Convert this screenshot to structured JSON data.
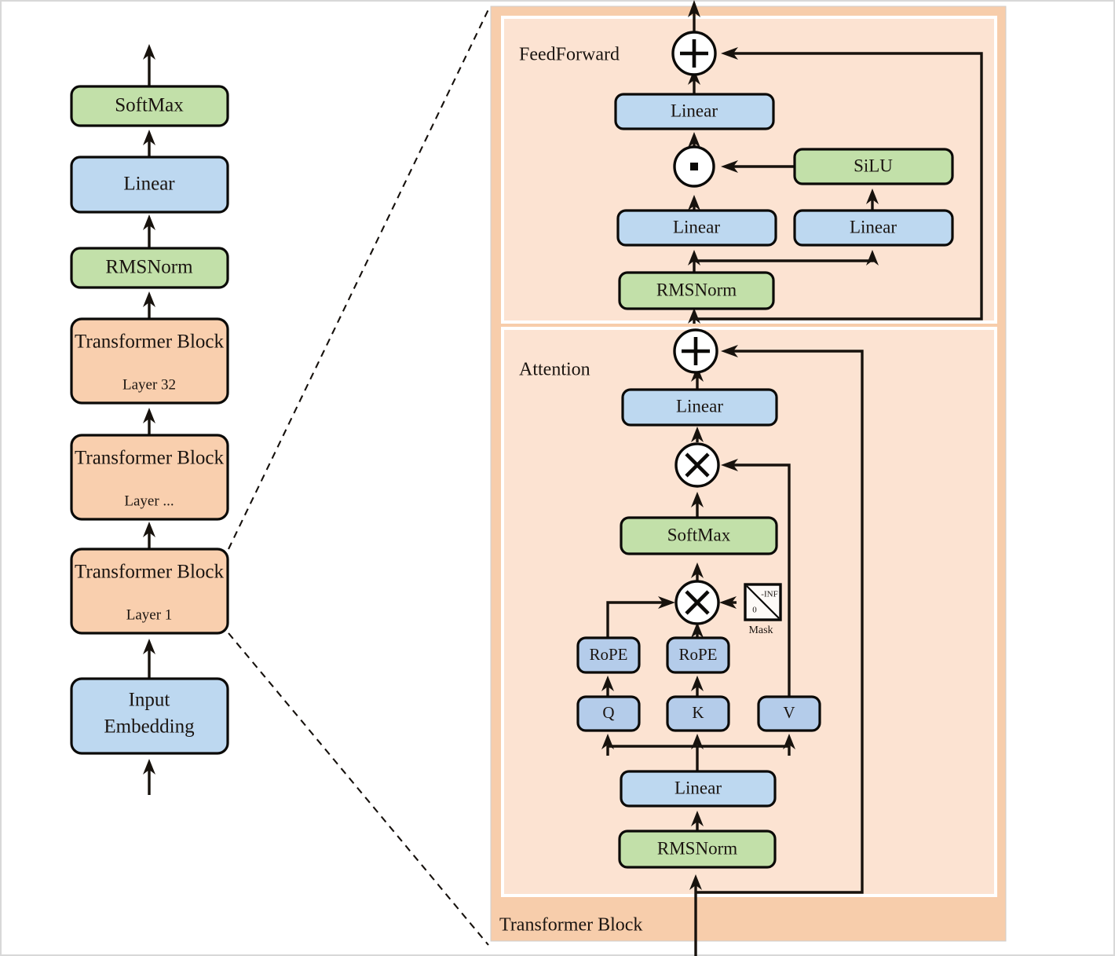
{
  "figure": {
    "type": "architecture-diagram",
    "title": "Transformer (LLaMA-style) architecture overview with expanded Transformer Block"
  },
  "stack": {
    "name": "model-stack",
    "nodes": [
      {
        "id": "softmax",
        "label": "SoftMax",
        "sublabel": "",
        "color": "green"
      },
      {
        "id": "linear-out",
        "label": "Linear",
        "sublabel": "",
        "color": "blue"
      },
      {
        "id": "rmsnorm-out",
        "label": "RMSNorm",
        "sublabel": "",
        "color": "green"
      },
      {
        "id": "block-32",
        "label": "Transformer Block",
        "sublabel": "Layer 32",
        "color": "peach"
      },
      {
        "id": "block-dots",
        "label": "Transformer Block",
        "sublabel": "Layer ...",
        "color": "peach"
      },
      {
        "id": "block-1",
        "label": "Transformer Block",
        "sublabel": "Layer 1",
        "color": "peach"
      },
      {
        "id": "embedding",
        "label": "Input Embedding",
        "sublabel": "",
        "color": "blue"
      }
    ]
  },
  "detail_panel": {
    "caption": "Transformer Block",
    "sections": [
      {
        "id": "feedforward",
        "label": "FeedForward"
      },
      {
        "id": "attention",
        "label": "Attention"
      }
    ]
  },
  "feedforward": {
    "label": "FeedForward",
    "nodes": [
      {
        "id": "ff-add",
        "label": "+",
        "kind": "op-add",
        "color": "white"
      },
      {
        "id": "ff-linear3",
        "label": "Linear",
        "kind": "box",
        "color": "blue"
      },
      {
        "id": "ff-mul",
        "label": "·",
        "kind": "op-hadamard",
        "color": "white"
      },
      {
        "id": "ff-silu",
        "label": "SiLU",
        "kind": "box",
        "color": "green"
      },
      {
        "id": "ff-linear1",
        "label": "Linear",
        "kind": "box",
        "color": "blue"
      },
      {
        "id": "ff-linear2",
        "label": "Linear",
        "kind": "box",
        "color": "blue"
      },
      {
        "id": "ff-rmsnorm",
        "label": "RMSNorm",
        "kind": "box",
        "color": "green"
      }
    ]
  },
  "attention": {
    "label": "Attention",
    "nodes": [
      {
        "id": "attn-add",
        "label": "+",
        "kind": "op-add",
        "color": "white"
      },
      {
        "id": "attn-linear2",
        "label": "Linear",
        "kind": "box",
        "color": "blue"
      },
      {
        "id": "attn-mul2",
        "label": "×",
        "kind": "op-mul",
        "color": "white"
      },
      {
        "id": "attn-softmax",
        "label": "SoftMax",
        "kind": "box",
        "color": "green"
      },
      {
        "id": "attn-mul1",
        "label": "×",
        "kind": "op-mul",
        "color": "white"
      },
      {
        "id": "attn-mask",
        "label": "Mask",
        "kind": "mask",
        "color": "white"
      },
      {
        "id": "attn-rope-q",
        "label": "RoPE",
        "kind": "box",
        "color": "blue2"
      },
      {
        "id": "attn-rope-k",
        "label": "RoPE",
        "kind": "box",
        "color": "blue2"
      },
      {
        "id": "attn-q",
        "label": "Q",
        "kind": "box",
        "color": "blue2"
      },
      {
        "id": "attn-k",
        "label": "K",
        "kind": "box",
        "color": "blue2"
      },
      {
        "id": "attn-v",
        "label": "V",
        "kind": "box",
        "color": "blue2"
      },
      {
        "id": "attn-linear1",
        "label": "Linear",
        "kind": "box",
        "color": "blue"
      },
      {
        "id": "attn-rmsnorm",
        "label": "RMSNorm",
        "kind": "box",
        "color": "green"
      }
    ],
    "mask": {
      "upper_value": "-INF",
      "lower_value": "0",
      "caption": "Mask"
    }
  },
  "colors": {
    "green": "#c2e0a9",
    "blue": "#bdd8f0",
    "blue_dark": "#b4ccea",
    "peach": "#f9cfae",
    "panel_outer": "#f7cdab",
    "panel_inner": "#fce3d2",
    "stroke": "#0b0a08",
    "background": "#ffffff"
  }
}
